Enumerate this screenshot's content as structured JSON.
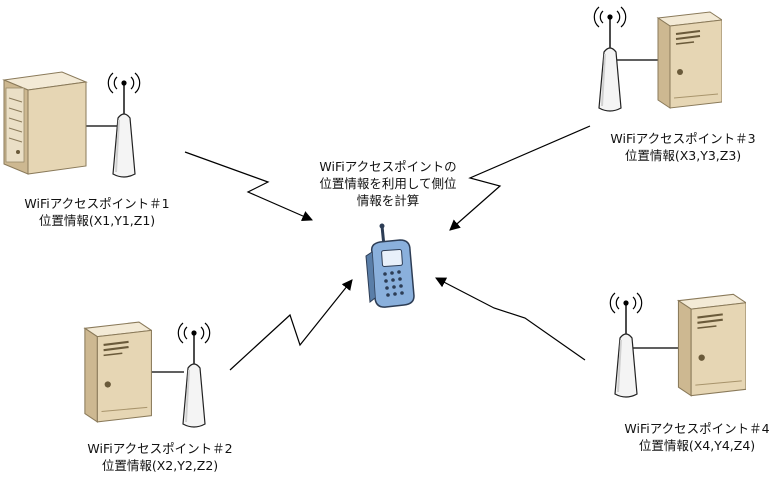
{
  "access_points": [
    {
      "id": "ap1",
      "name": "WiFiアクセスポイント＃1",
      "info": "位置情報(X1,Y1,Z1)"
    },
    {
      "id": "ap2",
      "name": "WiFiアクセスポイント＃2",
      "info": "位置情報(X2,Y2,Z2)"
    },
    {
      "id": "ap3",
      "name": "WiFiアクセスポイント＃3",
      "info": "位置情報(X3,Y3,Z3)"
    },
    {
      "id": "ap4",
      "name": "WiFiアクセスポイント＃4",
      "info": "位置情報(X4,Y4,Z4)"
    }
  ],
  "center_caption": [
    "WiFiアクセスポイントの",
    "位置情報を利用して側位",
    "情報を計算"
  ],
  "icons": {
    "server": "server-icon",
    "antenna": "antenna-icon",
    "phone": "mobile-phone-icon",
    "signal": "lightning-arrow-icon"
  },
  "colors": {
    "server_body": "#e6d6b4",
    "server_shade": "#c7b28a",
    "server_dark": "#7a6a4a",
    "antenna": "#f4f4f4",
    "phone_body": "#8ab0dc",
    "phone_dark": "#2d3d55",
    "arrow": "#000000"
  }
}
